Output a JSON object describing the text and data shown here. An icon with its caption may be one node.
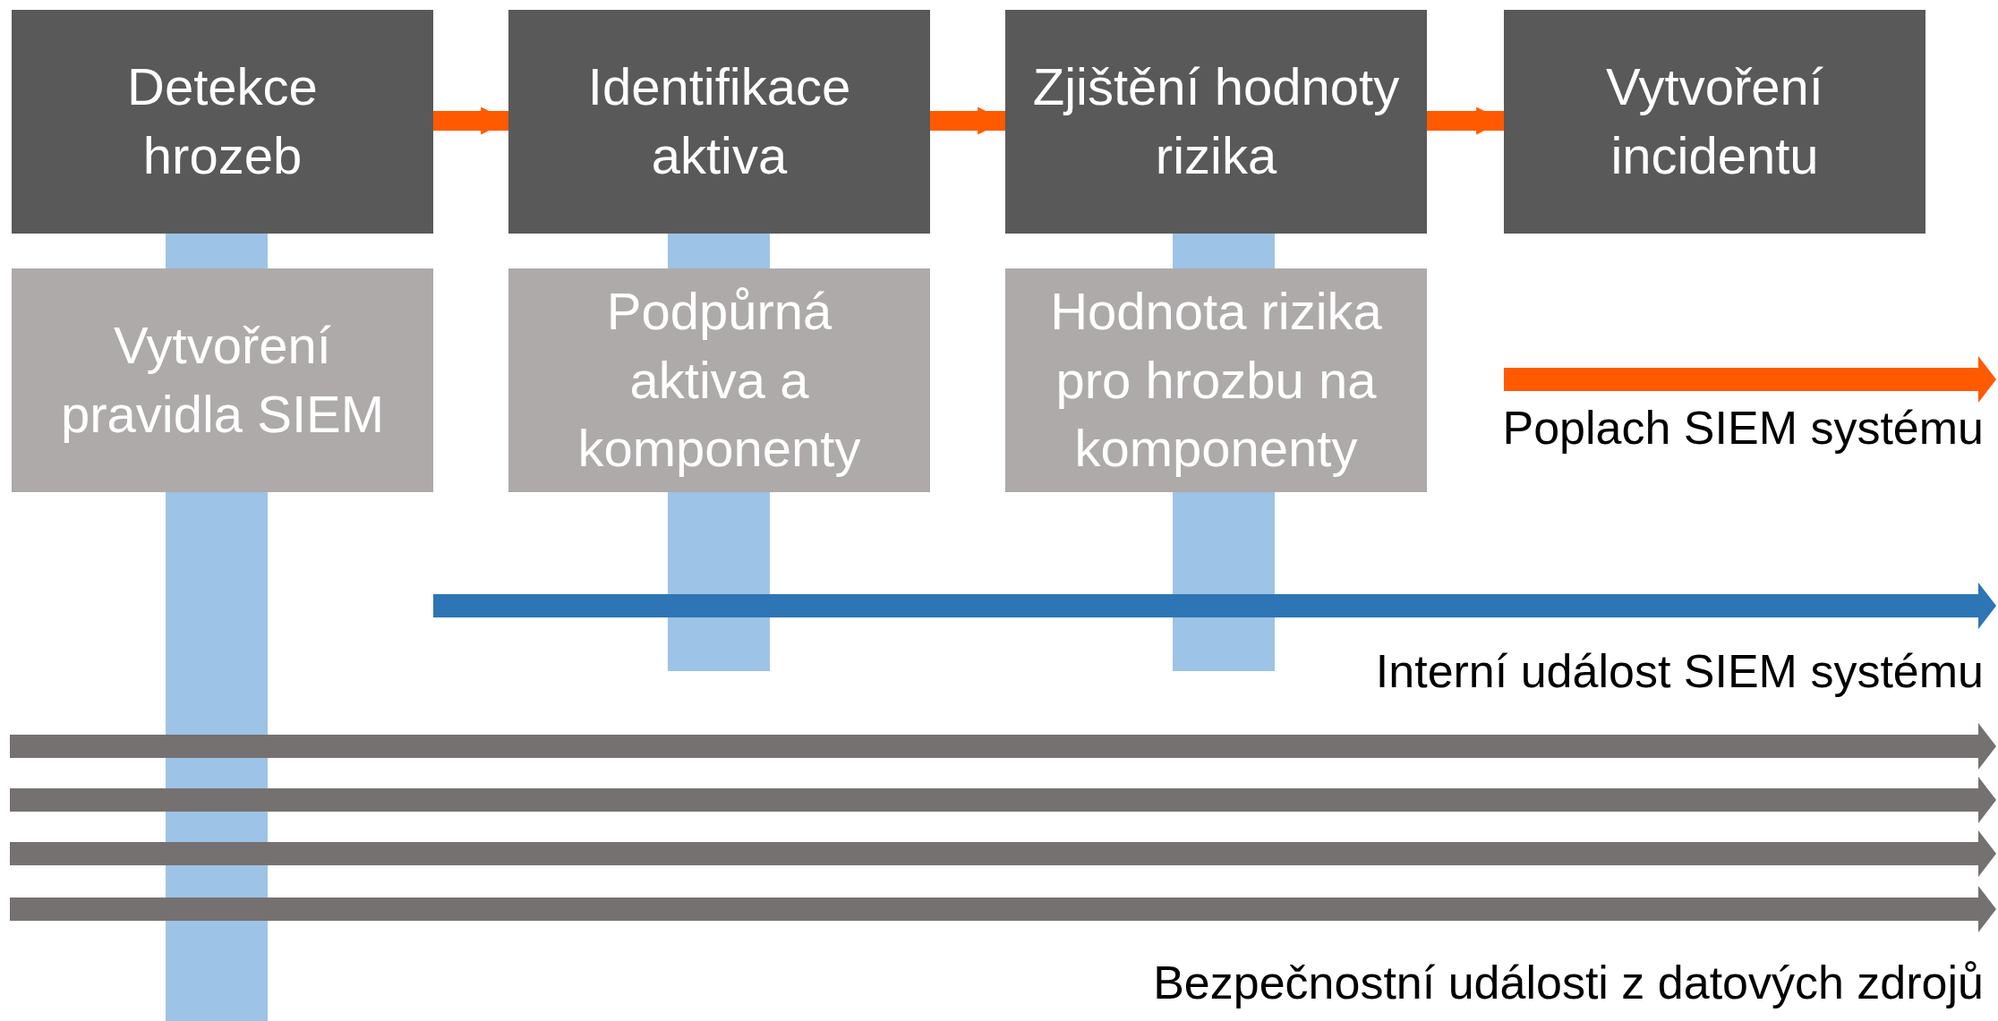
{
  "diagram": {
    "nodes": [
      {
        "text": [
          "Detekce hrozeb"
        ]
      },
      {
        "text": [
          "Identifikace aktiva"
        ]
      },
      {
        "text": [
          "Zjištění hodnoty rizika"
        ]
      },
      {
        "text": [
          "Vytvoření incidentu"
        ]
      },
      {
        "text": [
          "Vytvoření pravidla SIEM"
        ]
      },
      {
        "text": [
          "Podpůrná aktiva a komponenty"
        ]
      },
      {
        "text": [
          "Hodnota rizika pro hrozbu na komponenty"
        ]
      }
    ],
    "edges": [
      {
        "from": 0,
        "to": 1,
        "arrow": "to"
      },
      {
        "from": 1,
        "to": 2,
        "arrow": "to"
      },
      {
        "from": 2,
        "to": 3,
        "arrow": "to"
      }
    ],
    "labels": [
      "Poplach SIEM systému",
      "Interní událost SIEM systému",
      "Bezpečnostní události z datových zdrojů"
    ]
  }
}
